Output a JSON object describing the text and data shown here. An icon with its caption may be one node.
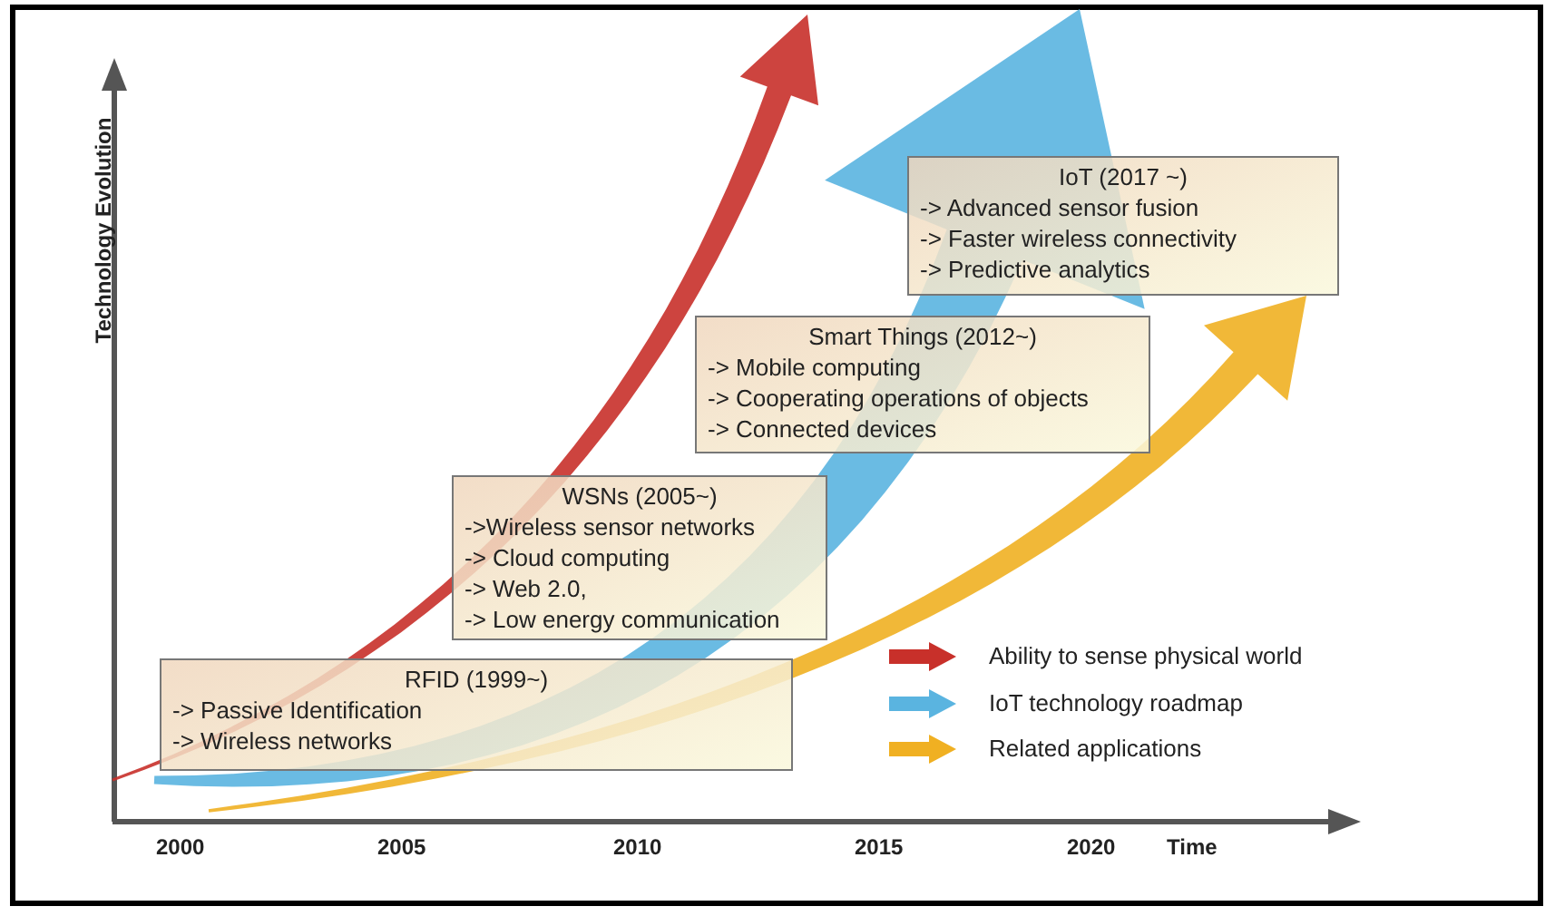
{
  "diagram": {
    "nodes": [
      {
        "text": [
          "RFID (1999~)",
          "-> Passive Identification",
          "-> Wireless networks"
        ]
      },
      {
        "text": [
          "WSNs (2005~)",
          "->Wireless sensor networks",
          "-> Cloud computing",
          "-> Web 2.0,",
          "-> Low energy communication"
        ]
      },
      {
        "text": [
          "Smart Things (2012~)",
          "-> Mobile computing",
          "-> Cooperating operations of objects",
          "-> Connected devices"
        ]
      },
      {
        "text": [
          "IoT (2017 ~)",
          "-> Advanced sensor fusion",
          "-> Faster wireless connectivity",
          "-> Predictive analytics"
        ]
      }
    ],
    "labels": [
      "Technology Evolution",
      "2000",
      "2005",
      "2010",
      "2015",
      "2020",
      "Time"
    ],
    "legend": [
      {
        "text": "Ability to sense physical world",
        "color": "#c8302a"
      },
      {
        "text": "IoT technology roadmap",
        "color": "#5ab4e0"
      },
      {
        "text": "Related applications",
        "color": "#f0b022"
      }
    ]
  }
}
